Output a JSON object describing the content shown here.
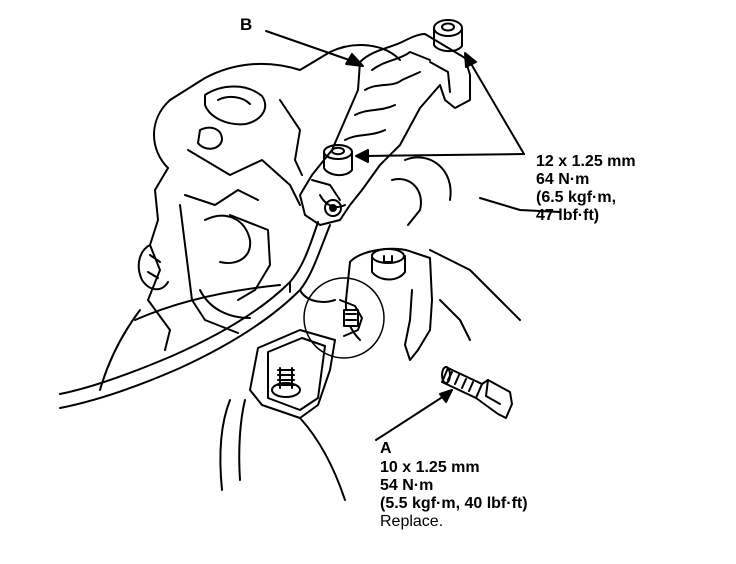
{
  "labels": {
    "b": "B",
    "a": "A"
  },
  "bracket_spec": {
    "line1": "12 x 1.25 mm",
    "line2": "64 N·m",
    "line3": "(6.5 kgf·m,",
    "line4": "47 lbf·ft)"
  },
  "bolt_spec": {
    "line1": "10 x 1.25 mm",
    "line2": "54 N·m",
    "line3": "(5.5 kgf·m, 40 lbf·ft)",
    "line4": "Replace."
  },
  "colors": {
    "ink": "#000000",
    "paper": "#ffffff"
  }
}
